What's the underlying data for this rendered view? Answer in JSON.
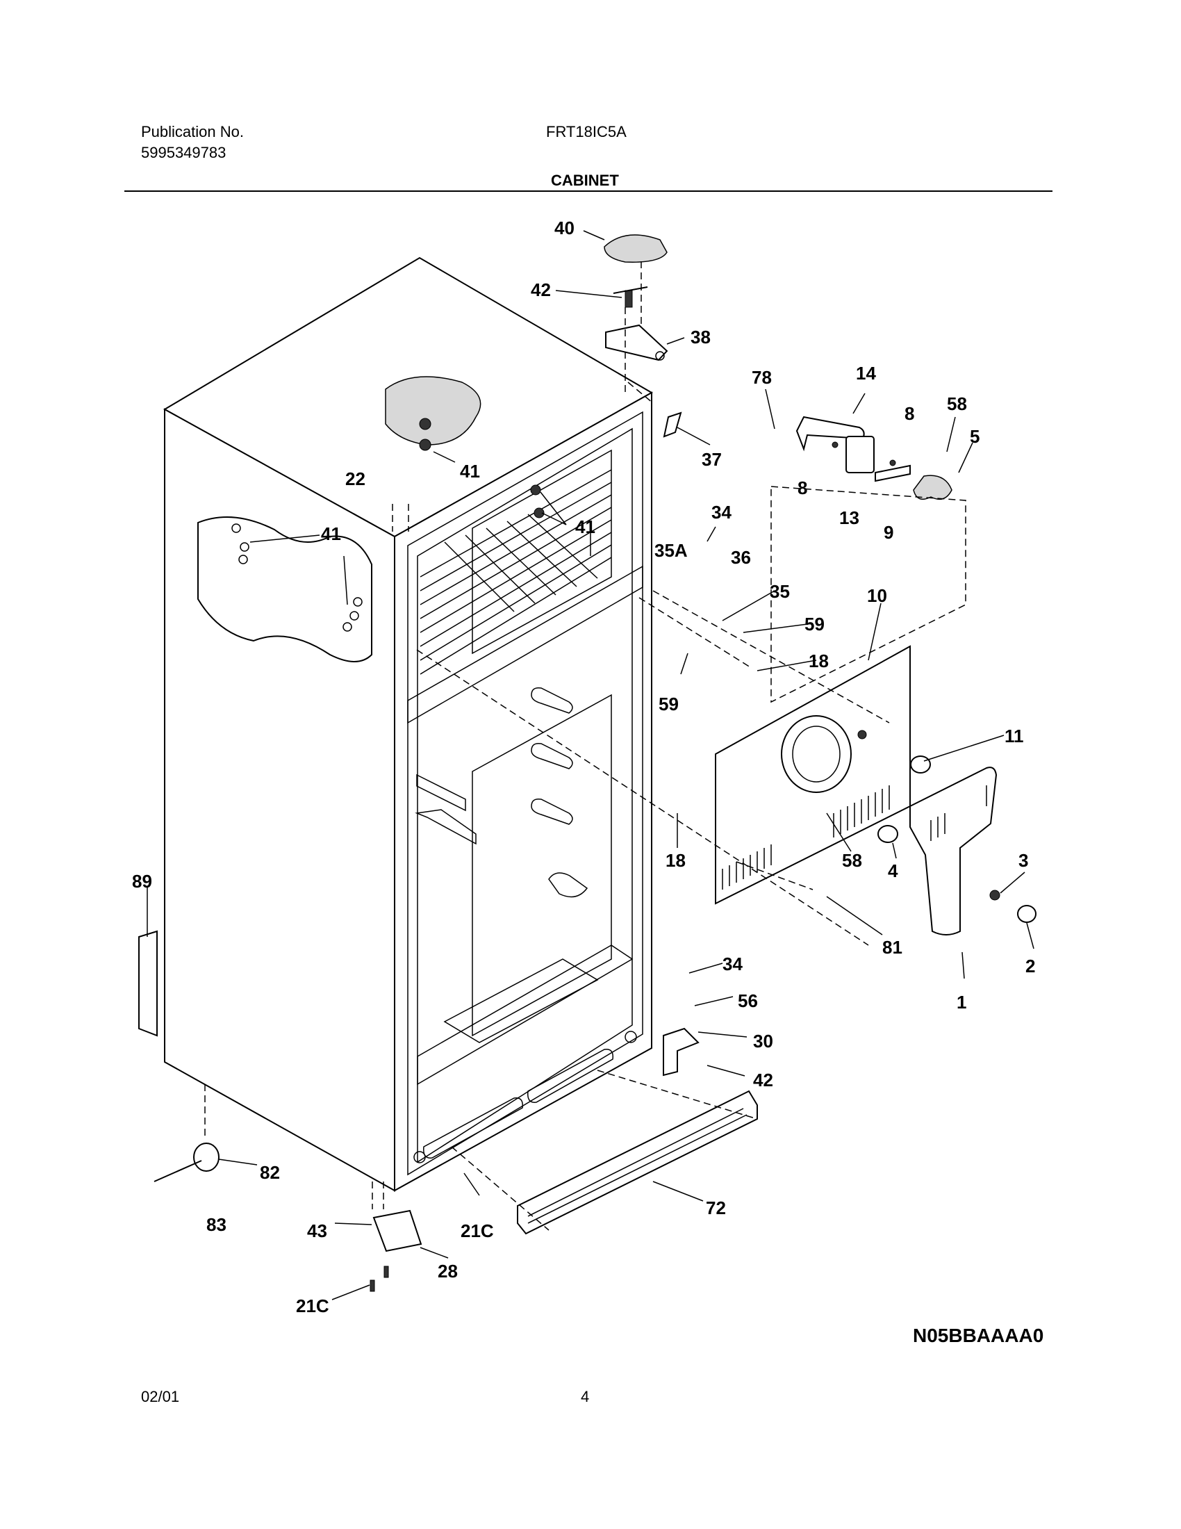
{
  "header": {
    "publication_label": "Publication No.",
    "publication_number": "5995349783",
    "model": "FRT18IC5A",
    "section_title": "CABINET"
  },
  "callouts": {
    "c40": "40",
    "c42a": "42",
    "c38": "38",
    "c78": "78",
    "c14": "14",
    "c8a": "8",
    "c58a": "58",
    "c5": "5",
    "c37": "37",
    "c41a": "41",
    "c22": "22",
    "c8b": "8",
    "c13": "13",
    "c9": "9",
    "c41b": "41",
    "c41c": "41",
    "c34a": "34",
    "c35a": "35A",
    "c36": "36",
    "c35": "35",
    "c10": "10",
    "c59a": "59",
    "c18a": "18",
    "c59b": "59",
    "c11": "11",
    "c18b": "18",
    "c58b": "58",
    "c4": "4",
    "c3": "3",
    "c89": "89",
    "c81": "81",
    "c2": "2",
    "c34b": "34",
    "c56": "56",
    "c1": "1",
    "c30": "30",
    "c42b": "42",
    "c82": "82",
    "c21c_a": "21C",
    "c72": "72",
    "c83": "83",
    "c43": "43",
    "c28": "28",
    "c21c_b": "21C"
  },
  "diagram_code": "N05BBAAAA0",
  "footer": {
    "date": "02/01",
    "page": "4"
  }
}
